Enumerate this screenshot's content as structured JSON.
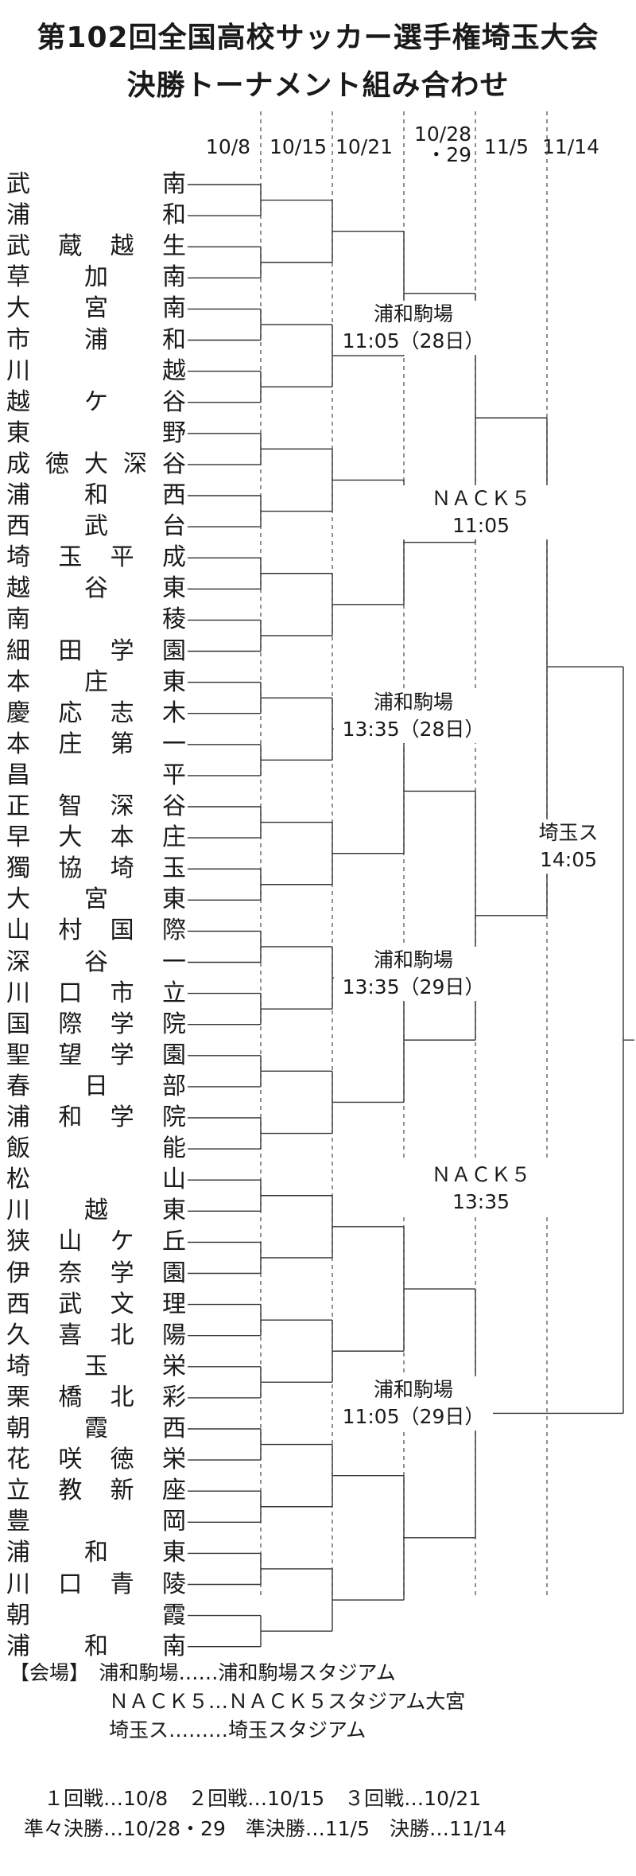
{
  "title": {
    "line1": "第102回全国高校サッカー選手権埼玉大会",
    "line2": "決勝トーナメント組み合わせ"
  },
  "dates": [
    "10/8",
    "10/15",
    "10/21",
    "10/28\n・29",
    "11/5",
    "11/14"
  ],
  "teams": [
    "武南",
    "浦和",
    "武蔵越生",
    "草加南",
    "大宮南",
    "市浦和",
    "川越",
    "越ケ谷",
    "東野",
    "成徳大深谷",
    "浦和西",
    "西武台",
    "埼玉平成",
    "越谷東",
    "南稜",
    "細田学園",
    "本庄東",
    "慶応志木",
    "本庄第一",
    "昌平",
    "正智深谷",
    "早大本庄",
    "獨協埼玉",
    "大宮東",
    "山村国際",
    "深谷一",
    "川口市立",
    "国際学院",
    "聖望学園",
    "春日部",
    "浦和学院",
    "飯能",
    "松山",
    "川越東",
    "狭山ケ丘",
    "伊奈学園",
    "西武文理",
    "久喜北陽",
    "埼玉栄",
    "栗橋北彩",
    "朝霞西",
    "花咲徳栄",
    "立教新座",
    "豊岡",
    "浦和東",
    "川口青陵",
    "朝霞",
    "浦和南"
  ],
  "venues": [
    {
      "name": "浦和駒場",
      "time": "11:05（28日）"
    },
    {
      "name": "浦和駒場",
      "time": "13:35（28日）"
    },
    {
      "name": "浦和駒場",
      "time": "13:35（29日）"
    },
    {
      "name": "浦和駒場",
      "time": "11:05（29日）"
    },
    {
      "name": "ＮＡＣＫ５",
      "time": "11:05"
    },
    {
      "name": "ＮＡＣＫ５",
      "time": "13:35"
    },
    {
      "name": "埼玉ス",
      "time": "14:05"
    }
  ],
  "legend": {
    "venues": [
      "【会場】　浦和駒場……浦和駒場スタジアム",
      "　　　　　ＮＡＣＫ５…ＮＡＣＫ５スタジアム大宮",
      "　　　　　埼玉ス………埼玉スタジアム"
    ],
    "rounds": [
      "　１回戦…10/8　２回戦…10/15　３回戦…10/21",
      "準々決勝…10/28・29　準決勝…11/5　決勝…11/14"
    ]
  }
}
